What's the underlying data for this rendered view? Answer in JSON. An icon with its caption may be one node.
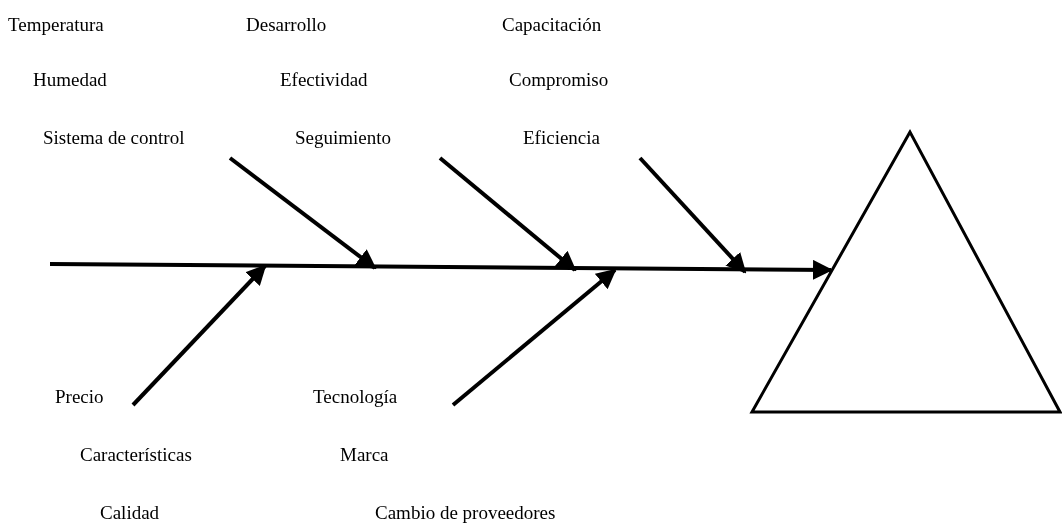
{
  "diagram": {
    "nodes": [
      {
        "text": [
          "Temperatura",
          "Humedad",
          "Sistema de control"
        ]
      },
      {
        "text": [
          "Desarrollo",
          "Efectividad",
          "Seguimiento"
        ]
      },
      {
        "text": [
          "Capacitación",
          "Compromiso",
          "Eficiencia"
        ]
      },
      {
        "text": [],
        "shape": "triangle"
      },
      {
        "text": [
          "Precio",
          "Características",
          "Calidad"
        ]
      },
      {
        "text": [
          "Tecnología",
          "Marca",
          "Cambio de proveedores"
        ]
      }
    ],
    "edges": [
      {
        "from": null,
        "to": 3,
        "arrow": "to"
      },
      {
        "from": 0,
        "to": null,
        "arrow": "to"
      },
      {
        "from": 1,
        "to": null,
        "arrow": "to"
      },
      {
        "from": 2,
        "to": null,
        "arrow": "to"
      },
      {
        "from": 4,
        "to": null,
        "arrow": "to"
      },
      {
        "from": 5,
        "to": null,
        "arrow": "to"
      }
    ]
  }
}
